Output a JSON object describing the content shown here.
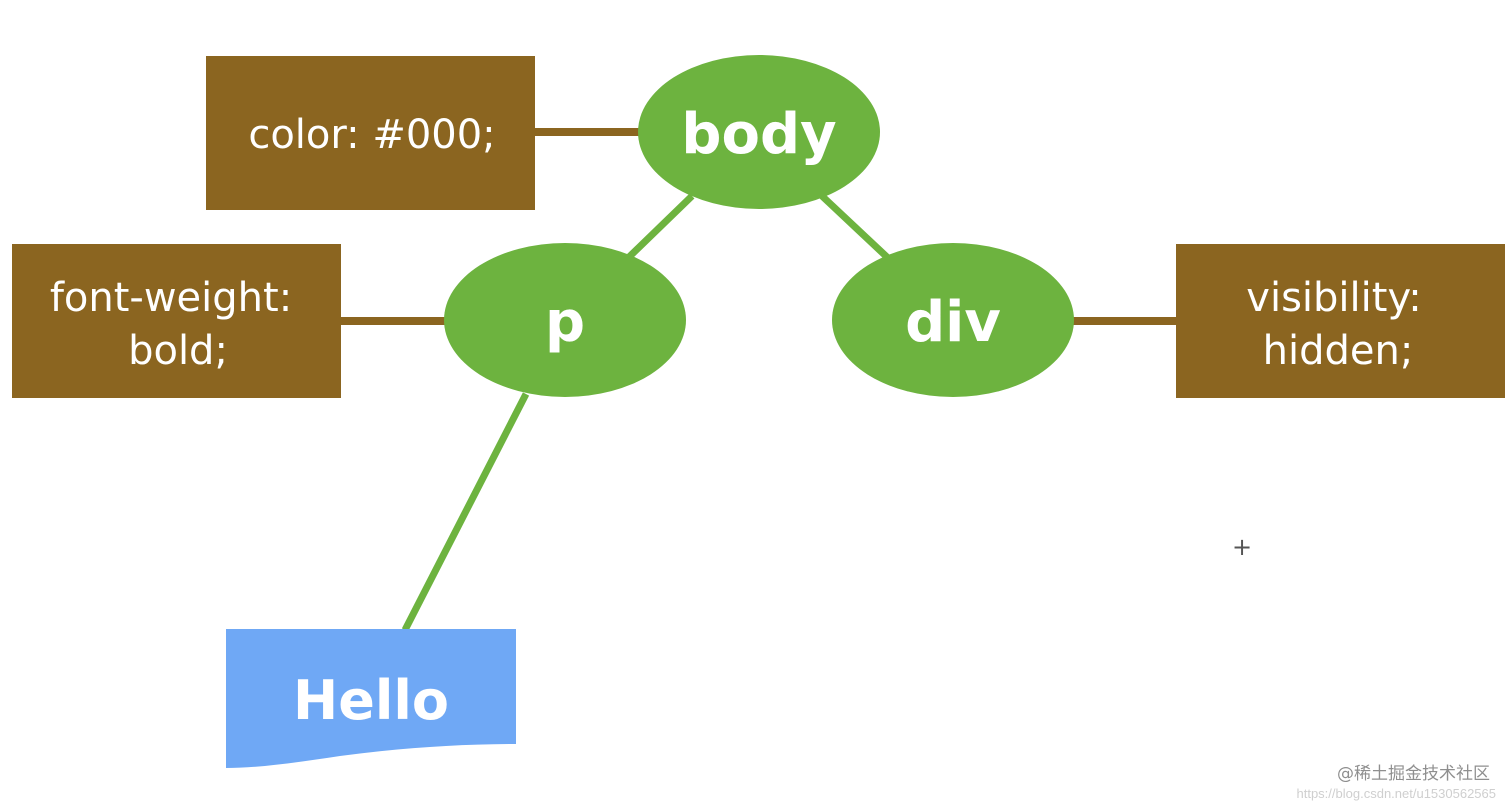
{
  "colors": {
    "node_fill": "#6db33f",
    "style_box_fill": "#8b6520",
    "connector_brown": "#8b6520",
    "connector_green": "#6db33f",
    "text_node_fill": "#6fa8f5",
    "text_color": "#ffffff"
  },
  "nodes": {
    "body": "body",
    "p": "p",
    "div": "div"
  },
  "styles": {
    "body": [
      "color: #000;"
    ],
    "p": [
      "font-weight:",
      "bold;"
    ],
    "div": [
      "visibility:",
      "hidden;"
    ]
  },
  "text_node": "Hello",
  "crosshair": "+",
  "watermark": {
    "main": "@稀土掘金技术社区",
    "url": "https://blog.csdn.net/u1530562565"
  }
}
